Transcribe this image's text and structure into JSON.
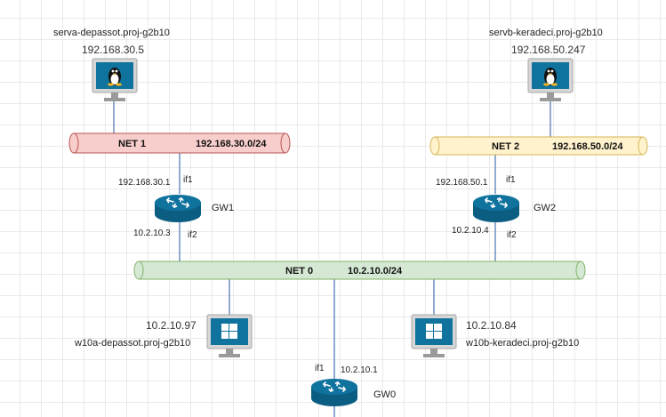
{
  "servers": {
    "serva": {
      "hostname": "serva-depassot.proj-g2b10",
      "ip": "192.168.30.5",
      "icon": "linux-monitor-icon"
    },
    "servb": {
      "hostname": "servb-keradeci.proj-g2b10",
      "ip": "192.168.50.247",
      "icon": "linux-monitor-icon"
    }
  },
  "networks": {
    "net1": {
      "name": "NET 1",
      "subnet": "192.168.30.0/24",
      "color": "#f8cecc",
      "border": "#b85450"
    },
    "net2": {
      "name": "NET 2",
      "subnet": "192.168.50.0/24",
      "color": "#fff2cc",
      "border": "#d6b656"
    },
    "net0": {
      "name": "NET 0",
      "subnet": "10.2.10.0/24",
      "color": "#d5e8d4",
      "border": "#82b366"
    }
  },
  "routers": {
    "gw1": {
      "name": "GW1",
      "if1_label": "if1",
      "if1_ip": "192.168.30.1",
      "if2_label": "if2",
      "if2_ip": "10.2.10.3"
    },
    "gw2": {
      "name": "GW2",
      "if1_label": "if1",
      "if1_ip": "192.168.50.1",
      "if2_label": "if2",
      "if2_ip": "10.2.10.4"
    },
    "gw0": {
      "name": "GW0",
      "if1_label": "if1",
      "if1_ip": "10.2.10.1"
    }
  },
  "clients": {
    "w10a": {
      "hostname": "w10a-depassot.proj-g2b10",
      "ip": "10.2.10.97",
      "icon": "windows-monitor-icon"
    },
    "w10b": {
      "hostname": "w10b-keradeci.proj-g2b10",
      "ip": "10.2.10.84",
      "icon": "windows-monitor-icon"
    }
  },
  "colors": {
    "device": "#10739e",
    "link": "#6c8ebf"
  }
}
